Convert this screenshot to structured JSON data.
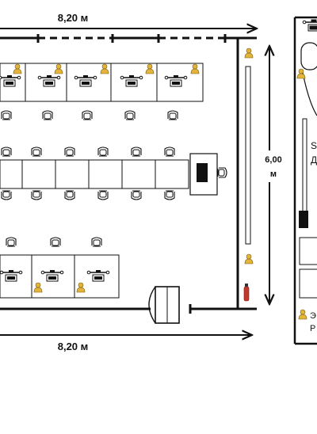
{
  "dimensions": {
    "top_width": "8,20 м",
    "bottom_width": "8,20 м",
    "right_height": "6,00",
    "right_height_unit": "м"
  },
  "side_panel": {
    "label_fragment_1": "S",
    "label_fragment_2": "Д",
    "legend_fragment_1": "Э",
    "legend_fragment_2": "Р"
  },
  "icons": {
    "workstation": "computer-monitor-icon",
    "chair": "office-chair-icon",
    "person": "person-icon",
    "extinguisher": "fire-extinguisher-icon",
    "screen": "projection-screen-icon"
  },
  "colors": {
    "line": "#111111",
    "person": "#e2b43a",
    "extinguisher": "#c0392b"
  }
}
